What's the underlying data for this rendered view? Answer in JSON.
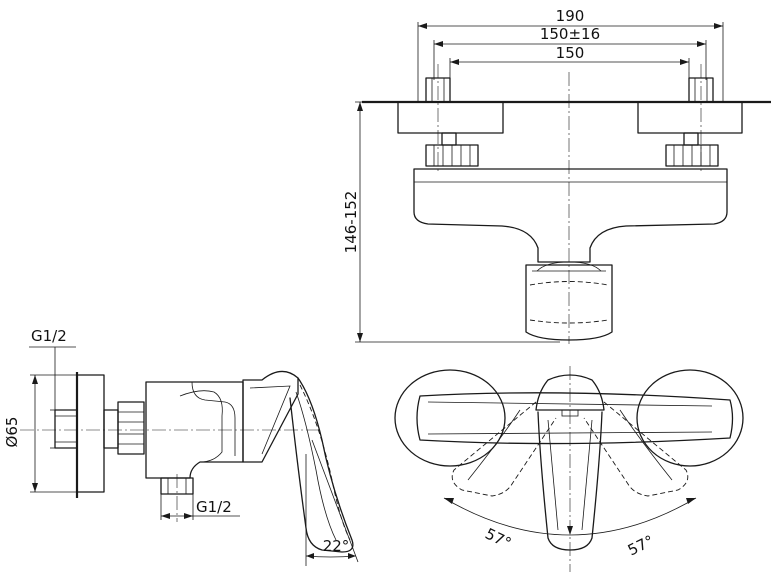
{
  "dimensions": {
    "overall_width": "190",
    "centers_adjust": "150±16",
    "centers_nominal": "150",
    "height_range": "146-152",
    "cover_diameter": "Ø65",
    "inlet_thread": "G1/2",
    "outlet_thread": "G1/2",
    "lever_tilt": "22°",
    "swing_left": "57°",
    "swing_right": "57°"
  }
}
